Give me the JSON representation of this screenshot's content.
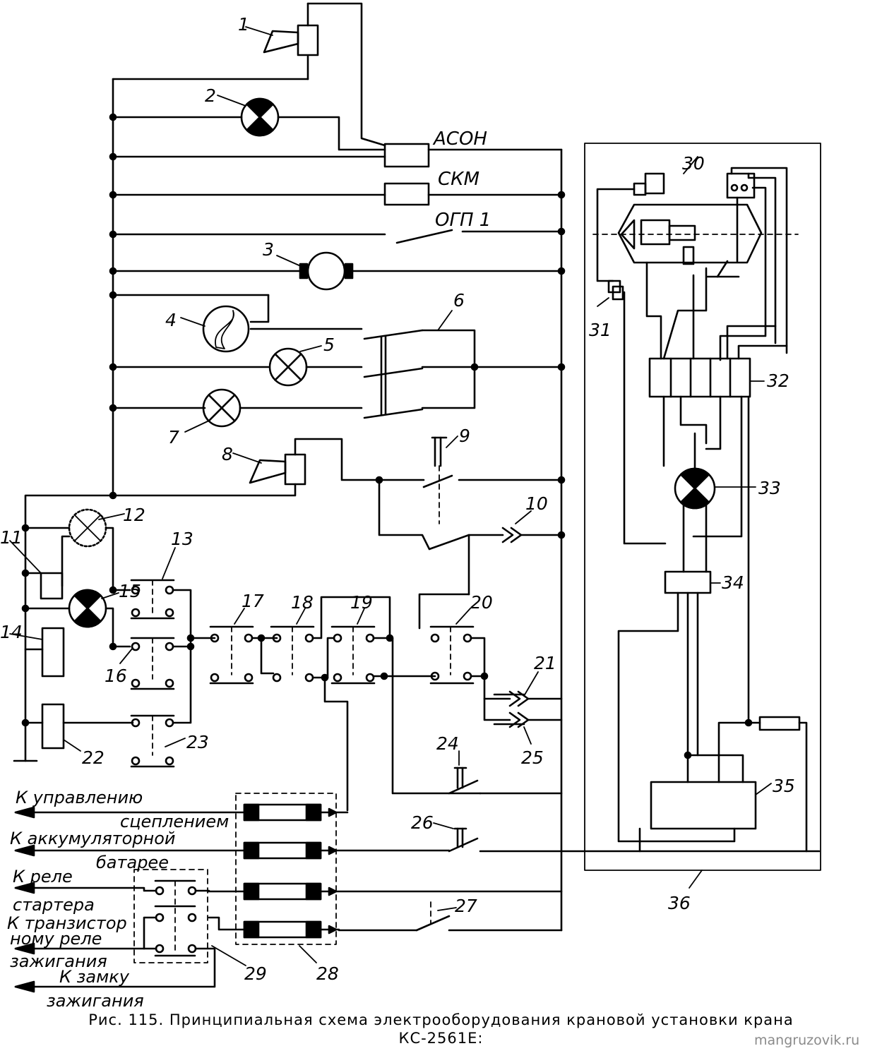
{
  "labels": {
    "n1": "1",
    "n2": "2",
    "n3": "3",
    "n4": "4",
    "n5": "5",
    "n6": "6",
    "n7": "7",
    "n8": "8",
    "n9": "9",
    "n10": "10",
    "n11": "11",
    "n12": "12",
    "n13": "13",
    "n14": "14",
    "n15": "15",
    "n16": "16",
    "n17": "17",
    "n18": "18",
    "n19": "19",
    "n20": "20",
    "n21": "21",
    "n22": "22",
    "n23": "23",
    "n24": "24",
    "n25": "25",
    "n26": "26",
    "n27": "27",
    "n28": "28",
    "n29": "29",
    "n30": "30",
    "n31": "31",
    "n32": "32",
    "n33": "33",
    "n34": "34",
    "n35": "35",
    "n36": "36"
  },
  "signals": {
    "ason": "АСОН",
    "skm": "СКМ",
    "ogp": "ОГП 1"
  },
  "outputs": [
    {
      "line1": "К  управлению",
      "line2": "сцеплением"
    },
    {
      "line1": "К аккумуляторной",
      "line2": "батарее"
    },
    {
      "line1": "К реле",
      "line2": "стартера"
    },
    {
      "line1": "К транзистор",
      "line2": "ному реле",
      "line3": "зажигания"
    },
    {
      "line1": "К  замку",
      "line2": "зажигания"
    }
  ],
  "caption": {
    "line1": "Рис. 115. Принципиальная схема электрооборудования крановой установки крана",
    "line2": "КС-2561Е:"
  },
  "watermark": "mangruzovik.ru"
}
